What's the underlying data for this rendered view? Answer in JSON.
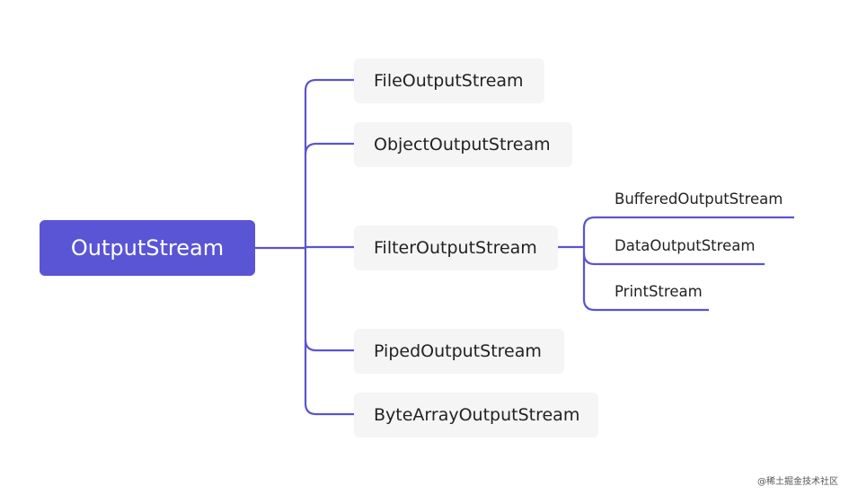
{
  "root": {
    "label": "OutputStream"
  },
  "children": [
    {
      "label": "FileOutputStream"
    },
    {
      "label": "ObjectOutputStream"
    },
    {
      "label": "FilterOutputStream",
      "children": [
        {
          "label": "BufferedOutputStream"
        },
        {
          "label": "DataOutputStream"
        },
        {
          "label": "PrintStream"
        }
      ]
    },
    {
      "label": "PipedOutputStream"
    },
    {
      "label": "ByteArrayOutputStream"
    }
  ],
  "colors": {
    "accent": "#5a55d4",
    "node_bg": "#f5f5f5",
    "line": "#5b54d0"
  },
  "watermark": "@稀土掘金技术社区"
}
